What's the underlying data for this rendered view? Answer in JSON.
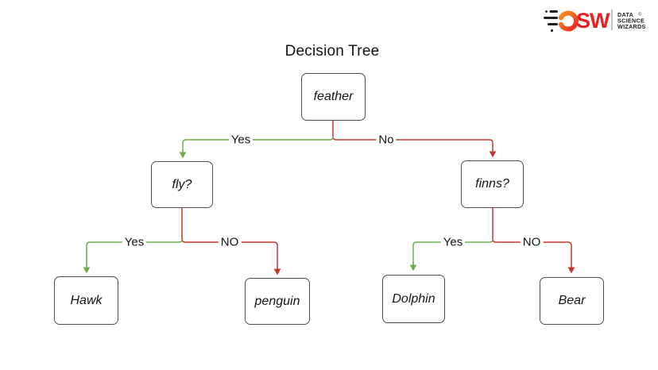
{
  "header": {
    "logo": {
      "brand": "DSW",
      "letters": "SW",
      "tagline_line1": "DATA",
      "tagline_line2": "SCIENCE",
      "tagline_line3": "WIZARDS",
      "registered_mark": "®",
      "orange": "#F6921E",
      "red": "#EC2024",
      "tagline_color": "#1D1D1B"
    }
  },
  "diagram": {
    "title": "Decision Tree",
    "colors": {
      "yes_edge": "#6FAE4B",
      "no_edge": "#C3362F",
      "node_border": "#4D4D4D",
      "node_fill": "#FFFFFF",
      "text": "#141414"
    },
    "nodes": {
      "root": {
        "label": "feather"
      },
      "fly": {
        "label": "fly?"
      },
      "finns": {
        "label": "finns?"
      },
      "hawk": {
        "label": "Hawk"
      },
      "penguin": {
        "label": "penguin"
      },
      "dolphin": {
        "label": "Dolphin"
      },
      "bear": {
        "label": "Bear"
      }
    },
    "edge_labels": {
      "root_yes": "Yes",
      "root_no": "No",
      "fly_yes": "Yes",
      "fly_no": "NO",
      "finns_yes": "Yes",
      "finns_no": "NO"
    }
  }
}
